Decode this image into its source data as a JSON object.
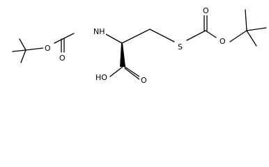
{
  "structure": {
    "atoms": {
      "o_boc1": "O",
      "o_carbonyl1": "O",
      "n_amine": "NH",
      "s_thio": "S",
      "o_carbonyl2": "O",
      "o_boc2": "O",
      "o_acid_h": "HO",
      "o_acid": "O"
    }
  }
}
